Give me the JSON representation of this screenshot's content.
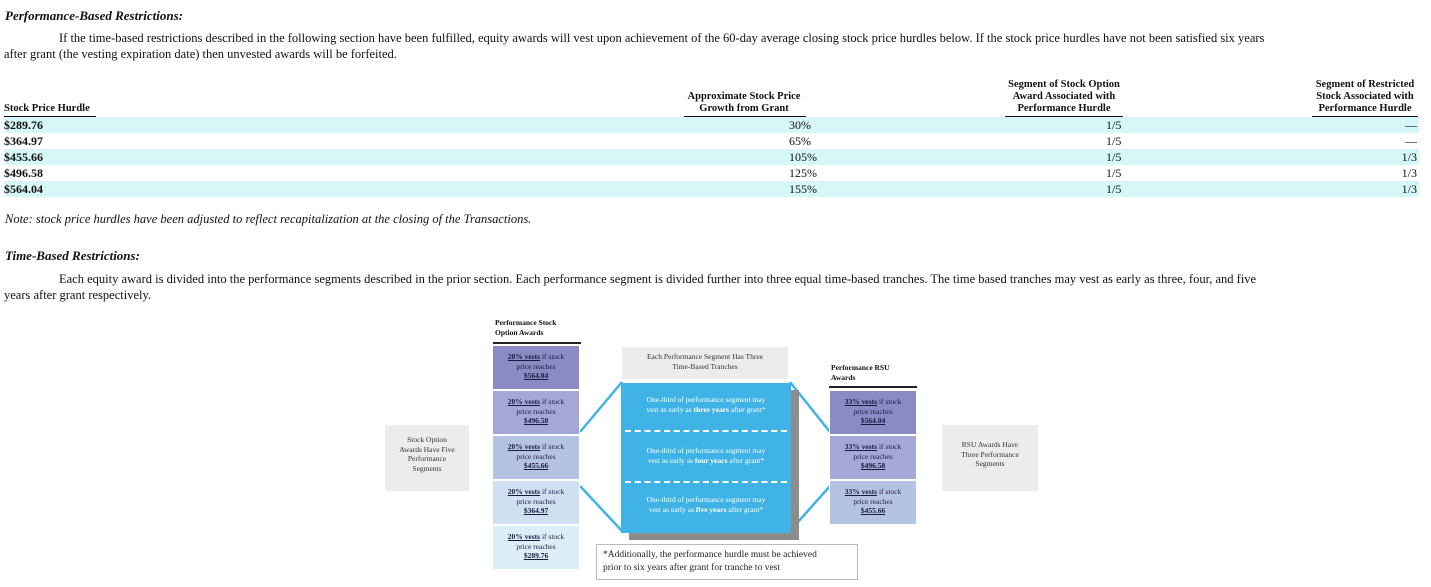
{
  "perf": {
    "heading": "Performance-Based Restrictions:",
    "para_line1": "If the time-based restrictions described in the following section have been fulfilled, equity awards will vest upon achievement of the 60-day average closing stock price hurdles below. If the stock price hurdles have not been satisfied six years",
    "para_line2": "after grant (the vesting expiration date) then unvested awards will be forfeited."
  },
  "table": {
    "col_hurdle": "Stock Price Hurdle",
    "col_growth_1": "Approximate Stock Price",
    "col_growth_2": "Growth from Grant",
    "col_option_1": "Segment of Stock Option",
    "col_option_2": "Award Associated with",
    "col_option_3": "Performance Hurdle",
    "col_rsu_1": "Segment of Restricted",
    "col_rsu_2": "Stock Associated with",
    "col_rsu_3": "Performance Hurdle",
    "rows": [
      {
        "hurdle": "$289.76",
        "growth": "30%",
        "option": "1/5",
        "rsu": "—"
      },
      {
        "hurdle": "$364.97",
        "growth": "65%",
        "option": "1/5",
        "rsu": "—"
      },
      {
        "hurdle": "$455.66",
        "growth": "105%",
        "option": "1/5",
        "rsu": "1/3"
      },
      {
        "hurdle": "$496.58",
        "growth": "125%",
        "option": "1/5",
        "rsu": "1/3"
      },
      {
        "hurdle": "$564.04",
        "growth": "155%",
        "option": "1/5",
        "rsu": "1/3"
      }
    ],
    "note": "Note: stock price hurdles have been adjusted to reflect recapitalization at the closing of the Transactions."
  },
  "time": {
    "heading": "Time-Based Restrictions:",
    "para_line1": "Each equity award is divided into the performance segments described in the prior section. Each performance segment is divided further into three equal time-based tranches. The time based tranches may vest as early as three, four, and five",
    "para_line2": "years after grant respectively."
  },
  "diagram": {
    "left_box": [
      "Stock Option",
      "Awards Have Five",
      "Performance",
      "Segments"
    ],
    "options_head": [
      "Performance Stock",
      "Option Awards"
    ],
    "options": [
      {
        "pct": "20% vests",
        "tail": " if stock",
        "mid": "price reaches",
        "price": "$564.04",
        "color": "#8a8ac4"
      },
      {
        "pct": "20% vests",
        "tail": " if stock",
        "mid": "price reaches",
        "price": "$496.58",
        "color": "#a3a8d6"
      },
      {
        "pct": "20% vests",
        "tail": " if stock",
        "mid": "price reaches",
        "price": "$455.66",
        "color": "#b5c3e3"
      },
      {
        "pct": "20% vests",
        "tail": " if stock",
        "mid": "price reaches",
        "price": "$364.97",
        "color": "#cfe1f1"
      },
      {
        "pct": "20% vests",
        "tail": " if stock",
        "mid": "price reaches",
        "price": "$289.76",
        "color": "#dceff8"
      }
    ],
    "mid_head": [
      "Each Performance Segment Has Three",
      "Time-Based Tranches"
    ],
    "tranches": [
      {
        "l1": "One-third of performance segment may",
        "l2a": "vest as early as ",
        "l2b": "three years",
        "l2c": " after grant*"
      },
      {
        "l1": "One-third of performance segment may",
        "l2a": "vest as early as ",
        "l2b": "four years",
        "l2c": " after grant*"
      },
      {
        "l1": "One-third of performance segment may",
        "l2a": "vest as early as ",
        "l2b": "five years",
        "l2c": " after grant*"
      }
    ],
    "footnote": [
      "*Additionally, the performance hurdle must be achieved",
      "prior to six years after grant for tranche to vest"
    ],
    "rsu_head": [
      "Performance RSU",
      "Awards"
    ],
    "rsu": [
      {
        "pct": "33% vests",
        "tail": " if stock",
        "mid": "price reaches",
        "price": "$564.04",
        "color": "#8a8ac4"
      },
      {
        "pct": "33% vests",
        "tail": " if stock",
        "mid": "price reaches",
        "price": "$496.58",
        "color": "#a3a8d6"
      },
      {
        "pct": "33% vests",
        "tail": " if stock",
        "mid": "price reaches",
        "price": "$455.66",
        "color": "#b5c3e3"
      }
    ],
    "right_box": [
      "RSU Awards Have",
      "Three Performance",
      "Segments"
    ],
    "colors": {
      "tranche_fill": "#3fb3e6",
      "tranche_shadow": "#8c8c8c",
      "connector": "#3fb3e6",
      "row_shade": "#d6f7f8"
    }
  }
}
